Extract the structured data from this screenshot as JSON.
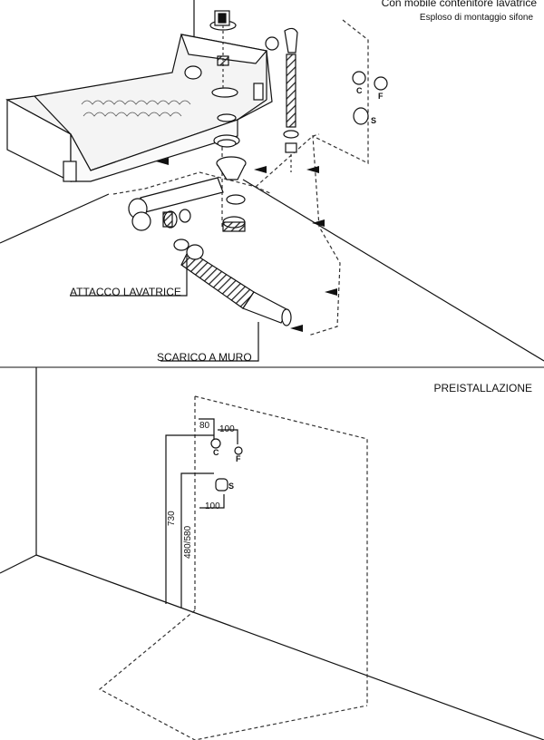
{
  "header": {
    "title": "Con mobile contenitore lavatrice",
    "subtitle": "Esploso di montaggio sifone"
  },
  "top_labels": {
    "attacco": "ATTACCO LAVATRICE",
    "scarico": "SCARICO A MURO",
    "c": "C",
    "f": "F",
    "s": "S"
  },
  "bottom": {
    "title": "PREISTALLAZIONE",
    "c": "C",
    "f": "F",
    "s": "S",
    "dims": {
      "d80": "80",
      "d100_top": "100",
      "d100_s": "100",
      "d730": "730",
      "d480": "480/580"
    }
  },
  "colors": {
    "line": "#111111",
    "dashed": "#333333"
  }
}
